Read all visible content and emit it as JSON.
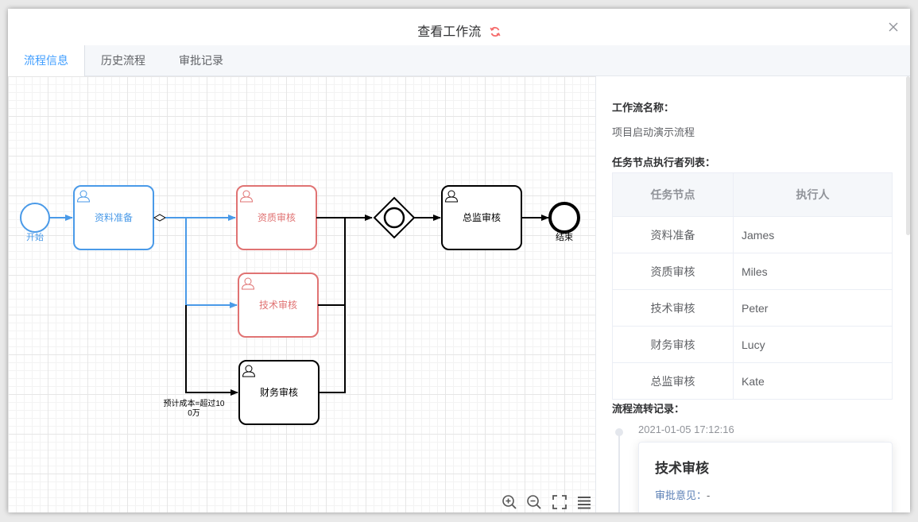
{
  "dialog": {
    "title": "查看工作流"
  },
  "tabs": [
    {
      "label": "流程信息",
      "active": true
    },
    {
      "label": "历史流程",
      "active": false
    },
    {
      "label": "审批记录",
      "active": false
    }
  ],
  "diagram": {
    "start_label": "开始",
    "end_label": "结束",
    "tasks": {
      "prepare": "资料准备",
      "qualification": "资质审核",
      "technical": "技术审核",
      "finance": "财务审核",
      "director": "总监审核"
    },
    "condition_label_line1": "预计成本=超过10",
    "condition_label_line2": "0万",
    "colors": {
      "done": "#4a9ae8",
      "pending": "#e07373",
      "todo": "#000000"
    }
  },
  "panel": {
    "name_title": "工作流名称：",
    "name_value": "项目启动演示流程",
    "executors_title": "任务节点执行者列表：",
    "table_headers": [
      "任务节点",
      "执行人"
    ],
    "rows": [
      {
        "node": "资料准备",
        "executor": "James"
      },
      {
        "node": "资质审核",
        "executor": "Miles"
      },
      {
        "node": "技术审核",
        "executor": "Peter"
      },
      {
        "node": "财务审核",
        "executor": "Lucy"
      },
      {
        "node": "总监审核",
        "executor": "Kate"
      }
    ],
    "records_title": "流程流转记录：",
    "timeline": {
      "time": "2021-01-05 17:12:16",
      "card_title": "技术审核",
      "opinion_label": "审批意见：",
      "opinion_value": "-"
    }
  }
}
